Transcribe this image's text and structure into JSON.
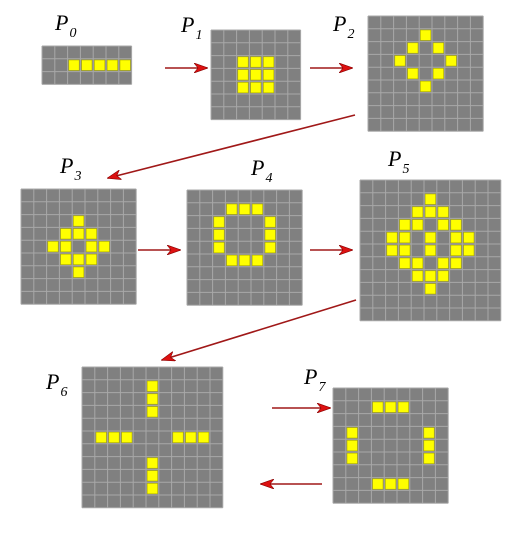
{
  "colors": {
    "cell_off": "#808080",
    "grid_line": "#a8a8a8",
    "cell_on": "#ffff00",
    "cell_on_border": "#b0b000",
    "arrow": "#a01818",
    "arrow_head": "#dd1111",
    "background": "#ffffff"
  },
  "panels": [
    {
      "id": "p0",
      "label": "P",
      "sub": "0",
      "cols": 7,
      "rows": 3,
      "on": [
        [
          1,
          2
        ],
        [
          1,
          3
        ],
        [
          1,
          4
        ],
        [
          1,
          5
        ],
        [
          1,
          6
        ]
      ]
    },
    {
      "id": "p1",
      "label": "P",
      "sub": "1",
      "cols": 7,
      "rows": 7,
      "on": [
        [
          2,
          2
        ],
        [
          2,
          3
        ],
        [
          2,
          4
        ],
        [
          3,
          2
        ],
        [
          3,
          3
        ],
        [
          3,
          4
        ],
        [
          4,
          2
        ],
        [
          4,
          3
        ],
        [
          4,
          4
        ]
      ]
    },
    {
      "id": "p2",
      "label": "P",
      "sub": "2",
      "cols": 9,
      "rows": 9,
      "on": [
        [
          1,
          4
        ],
        [
          2,
          3
        ],
        [
          2,
          5
        ],
        [
          3,
          2
        ],
        [
          3,
          6
        ],
        [
          4,
          3
        ],
        [
          4,
          5
        ],
        [
          5,
          4
        ]
      ]
    },
    {
      "id": "p3",
      "label": "P",
      "sub": "3",
      "cols": 9,
      "rows": 9,
      "on": [
        [
          2,
          4
        ],
        [
          3,
          3
        ],
        [
          3,
          4
        ],
        [
          3,
          5
        ],
        [
          4,
          2
        ],
        [
          4,
          3
        ],
        [
          4,
          5
        ],
        [
          4,
          6
        ],
        [
          5,
          3
        ],
        [
          5,
          4
        ],
        [
          5,
          5
        ],
        [
          6,
          4
        ]
      ]
    },
    {
      "id": "p4",
      "label": "P",
      "sub": "4",
      "cols": 9,
      "rows": 9,
      "on": [
        [
          1,
          3
        ],
        [
          1,
          4
        ],
        [
          1,
          5
        ],
        [
          2,
          2
        ],
        [
          2,
          6
        ],
        [
          3,
          2
        ],
        [
          3,
          6
        ],
        [
          4,
          2
        ],
        [
          4,
          6
        ],
        [
          5,
          3
        ],
        [
          5,
          4
        ],
        [
          5,
          5
        ]
      ]
    },
    {
      "id": "p5",
      "label": "P",
      "sub": "5",
      "cols": 11,
      "rows": 11,
      "on": [
        [
          1,
          5
        ],
        [
          2,
          4
        ],
        [
          2,
          5
        ],
        [
          2,
          6
        ],
        [
          3,
          3
        ],
        [
          3,
          4
        ],
        [
          3,
          6
        ],
        [
          3,
          7
        ],
        [
          4,
          2
        ],
        [
          4,
          3
        ],
        [
          4,
          5
        ],
        [
          4,
          7
        ],
        [
          4,
          8
        ],
        [
          5,
          2
        ],
        [
          5,
          3
        ],
        [
          5,
          5
        ],
        [
          5,
          7
        ],
        [
          5,
          8
        ],
        [
          6,
          3
        ],
        [
          6,
          4
        ],
        [
          6,
          6
        ],
        [
          6,
          7
        ],
        [
          7,
          4
        ],
        [
          7,
          5
        ],
        [
          7,
          6
        ],
        [
          8,
          5
        ]
      ]
    },
    {
      "id": "p6",
      "label": "P",
      "sub": "6",
      "cols": 11,
      "rows": 11,
      "on": [
        [
          1,
          5
        ],
        [
          2,
          5
        ],
        [
          3,
          5
        ],
        [
          5,
          1
        ],
        [
          5,
          2
        ],
        [
          5,
          3
        ],
        [
          5,
          7
        ],
        [
          5,
          8
        ],
        [
          5,
          9
        ],
        [
          7,
          5
        ],
        [
          8,
          5
        ],
        [
          9,
          5
        ]
      ]
    },
    {
      "id": "p7",
      "label": "P",
      "sub": "7",
      "cols": 9,
      "rows": 9,
      "on": [
        [
          1,
          3
        ],
        [
          1,
          4
        ],
        [
          1,
          5
        ],
        [
          3,
          1
        ],
        [
          3,
          7
        ],
        [
          4,
          1
        ],
        [
          4,
          7
        ],
        [
          5,
          1
        ],
        [
          5,
          7
        ],
        [
          7,
          3
        ],
        [
          7,
          4
        ],
        [
          7,
          5
        ]
      ]
    }
  ],
  "arrows": [
    {
      "from": "p0",
      "to": "p1"
    },
    {
      "from": "p1",
      "to": "p2"
    },
    {
      "from": "p2",
      "to": "p3"
    },
    {
      "from": "p3",
      "to": "p4"
    },
    {
      "from": "p4",
      "to": "p5"
    },
    {
      "from": "p5",
      "to": "p6"
    },
    {
      "from": "p6",
      "to": "p7"
    },
    {
      "from": "p7",
      "to": "p6"
    }
  ]
}
